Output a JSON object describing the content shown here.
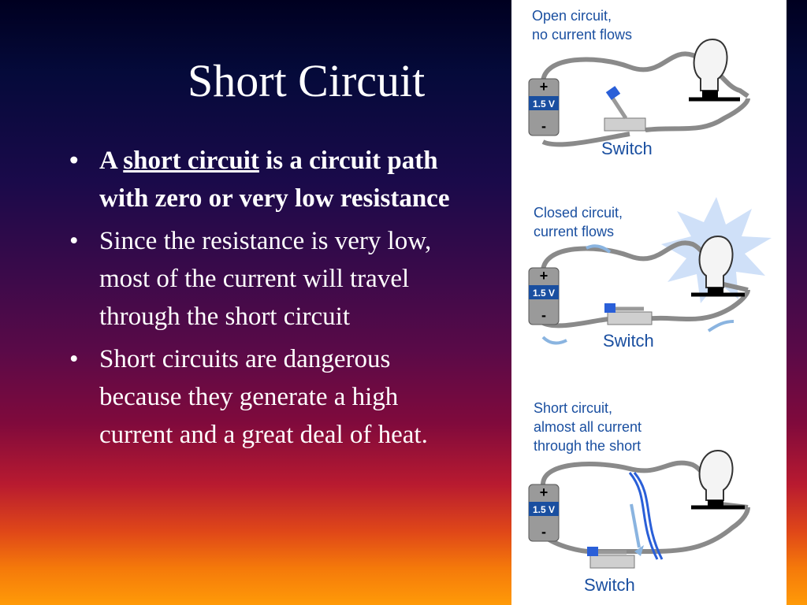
{
  "title": "Short Circuit",
  "bullets": {
    "b1_pre": "A ",
    "b1_link": "short circuit",
    "b1_post": " is a circuit path with zero or very low resistance",
    "b2": "Since the resistance is very low, most of the current will travel through the short circuit",
    "b3": "Short circuits are dangerous because they generate a high current and a great deal of heat."
  },
  "diagrams": {
    "d1": {
      "caption": "Open circuit,\nno current flows",
      "switch": "Switch"
    },
    "d2": {
      "caption": "Closed circuit,\ncurrent flows",
      "switch": "Switch"
    },
    "d3": {
      "caption": "Short circuit,\nalmost all current\nthrough the short",
      "switch": "Switch"
    },
    "battery": {
      "plus": "+",
      "voltage": "1.5 V",
      "minus": "-"
    }
  },
  "colors": {
    "wire": "#8a8a8a",
    "battery": "#9a9a9a",
    "label_blue": "#1a4fa0",
    "switch_blue": "#2a5fd8",
    "arrow_blue": "#8ab4e0"
  }
}
